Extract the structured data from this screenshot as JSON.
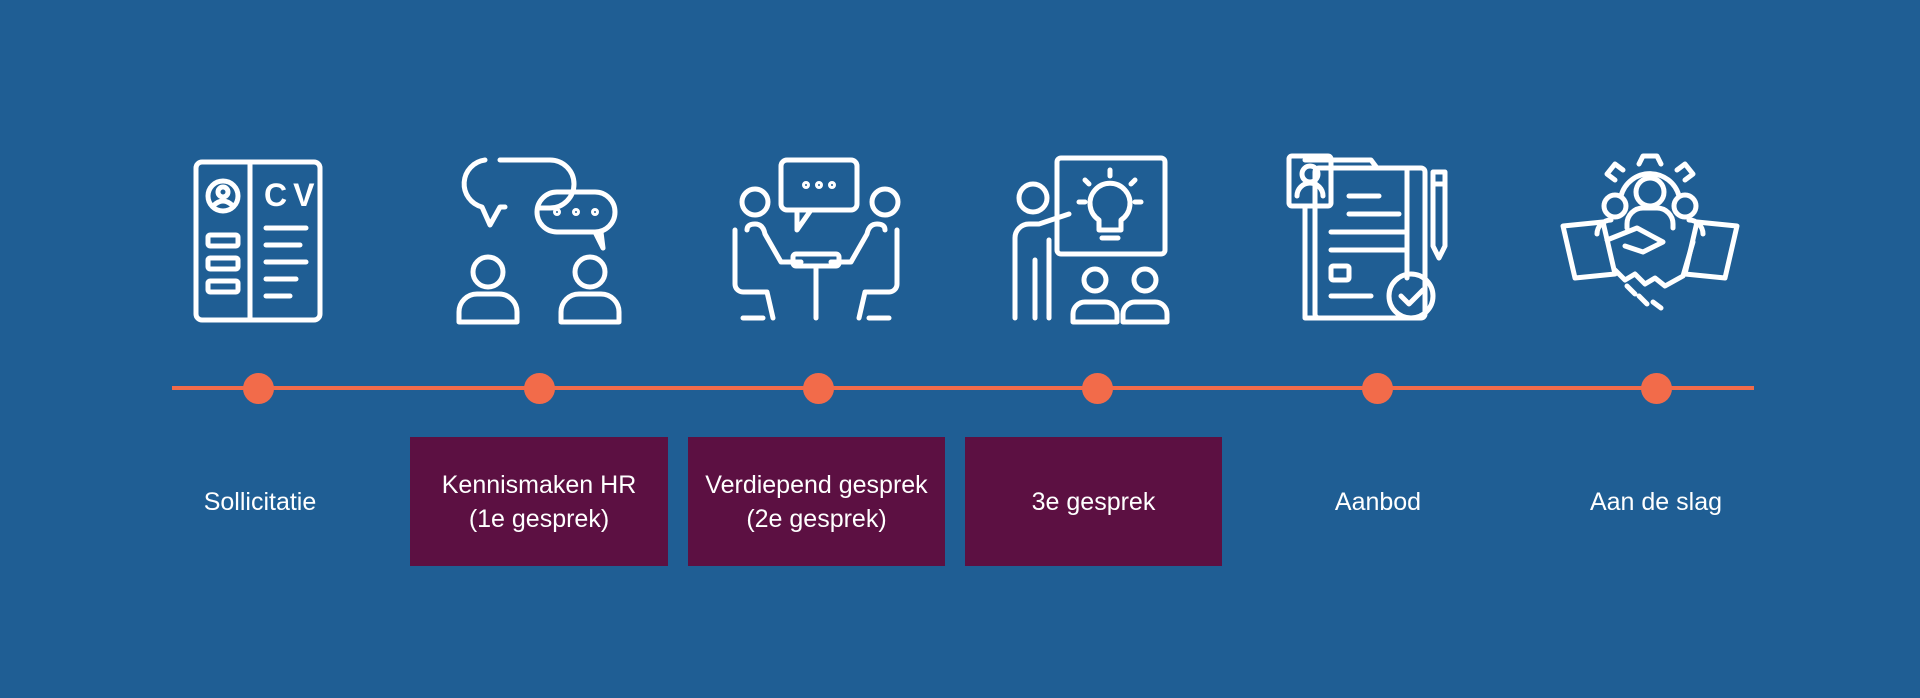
{
  "colors": {
    "background": "#1f5e94",
    "timeline": "#f26b4a",
    "highlight_box": "#5c1042",
    "text": "#ffffff",
    "icon_stroke": "#ffffff"
  },
  "cv_icon_text": "CV",
  "steps": [
    {
      "label": "Sollicitatie",
      "icon": "cv-document-icon",
      "highlighted": false
    },
    {
      "label": "Kennismaken HR\n(1e gesprek)",
      "icon": "conversation-icon",
      "highlighted": true
    },
    {
      "label": "Verdiepend gesprek\n(2e gesprek)",
      "icon": "meeting-table-icon",
      "highlighted": true
    },
    {
      "label": "3e gesprek",
      "icon": "presentation-idea-icon",
      "highlighted": true
    },
    {
      "label": "Aanbod",
      "icon": "contract-approved-icon",
      "highlighted": false
    },
    {
      "label": "Aan de slag",
      "icon": "handshake-team-icon",
      "highlighted": false
    }
  ]
}
